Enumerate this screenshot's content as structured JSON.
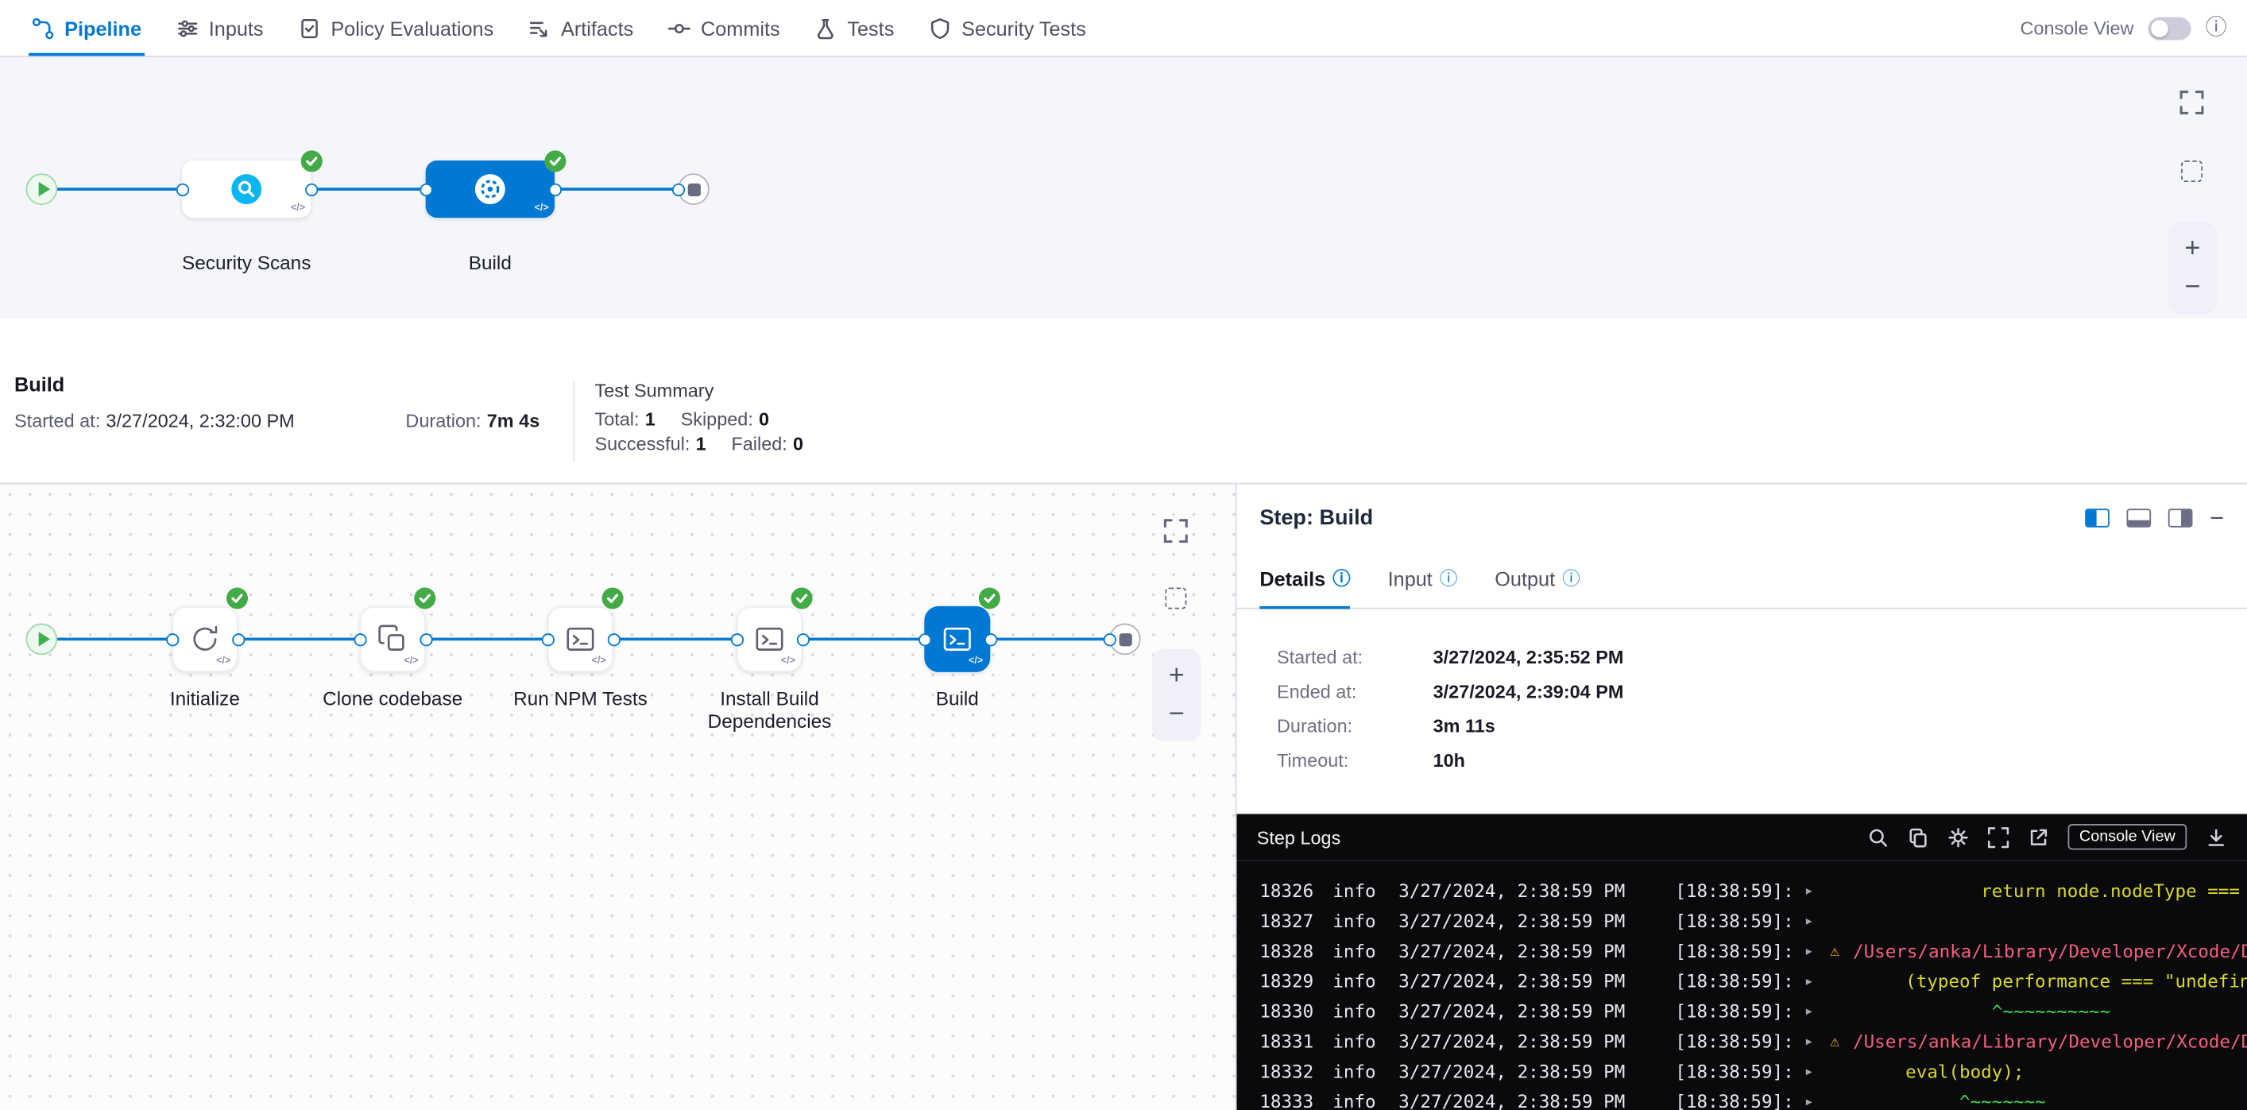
{
  "colors": {
    "accent": "#0278d5",
    "success": "#42ab45",
    "log_yellow": "#d8d825",
    "log_red": "#f2607c",
    "log_green": "#3fd94a",
    "warn": "#ffb020",
    "log_bg": "#0a0a0d"
  },
  "icons": {
    "info": "ⓘ",
    "plus": "+",
    "minus": "−",
    "code": "</>",
    "arrow": "▸",
    "warn": "⚠"
  },
  "nav": {
    "tabs": [
      {
        "label": "Pipeline"
      },
      {
        "label": "Inputs"
      },
      {
        "label": "Policy Evaluations"
      },
      {
        "label": "Artifacts"
      },
      {
        "label": "Commits"
      },
      {
        "label": "Tests"
      },
      {
        "label": "Security Tests"
      }
    ],
    "console_view_label": "Console View"
  },
  "stage_graph": {
    "stages": [
      {
        "label": "Security Scans",
        "status": "success"
      },
      {
        "label": "Build",
        "status": "success"
      }
    ]
  },
  "summary": {
    "title": "Build",
    "started_label": "Started at:",
    "started_value": "3/27/2024, 2:32:00 PM",
    "duration_label": "Duration:",
    "duration_value": "7m 4s",
    "tests": {
      "title": "Test Summary",
      "items": [
        {
          "label": "Total:",
          "value": "1"
        },
        {
          "label": "Skipped:",
          "value": "0"
        },
        {
          "label": "Successful:",
          "value": "1"
        },
        {
          "label": "Failed:",
          "value": "0"
        }
      ]
    }
  },
  "step_graph": {
    "steps": [
      {
        "label": "Initialize",
        "status": "success"
      },
      {
        "label": "Clone codebase",
        "status": "success"
      },
      {
        "label": "Run NPM Tests",
        "status": "success"
      },
      {
        "label": "Install Build Dependencies",
        "status": "success"
      },
      {
        "label": "Build",
        "status": "success"
      }
    ]
  },
  "step_panel": {
    "title": "Step: Build",
    "tabs": [
      {
        "label": "Details"
      },
      {
        "label": "Input"
      },
      {
        "label": "Output"
      }
    ],
    "details": [
      {
        "label": "Started at:",
        "value": "3/27/2024, 2:35:52 PM"
      },
      {
        "label": "Ended at:",
        "value": "3/27/2024, 2:39:04 PM"
      },
      {
        "label": "Duration:",
        "value": "3m 11s"
      },
      {
        "label": "Timeout:",
        "value": "10h"
      }
    ]
  },
  "logs": {
    "title": "Step Logs",
    "console_view_button": "Console View",
    "rows": [
      {
        "num": "18326",
        "level": "info",
        "time": "3/27/2024, 2:38:59 PM",
        "ts": "[18:38:59]:",
        "content": "              return node.nodeType ===",
        "color": "yellow"
      },
      {
        "num": "18327",
        "level": "info",
        "time": "3/27/2024, 2:38:59 PM",
        "ts": "[18:38:59]:",
        "content": "",
        "color": ""
      },
      {
        "num": "18328",
        "level": "info",
        "time": "3/27/2024, 2:38:59 PM",
        "ts": "[18:38:59]:",
        "warn": true,
        "content": "/Users/anka/Library/Developer/Xcode/De",
        "color": "red"
      },
      {
        "num": "18329",
        "level": "info",
        "time": "3/27/2024, 2:38:59 PM",
        "ts": "[18:38:59]:",
        "content": "       (typeof performance === \"undefin",
        "color": "yellow"
      },
      {
        "num": "18330",
        "level": "info",
        "time": "3/27/2024, 2:38:59 PM",
        "ts": "[18:38:59]:",
        "content": "               ^~~~~~~~~~~",
        "color": "green"
      },
      {
        "num": "18331",
        "level": "info",
        "time": "3/27/2024, 2:38:59 PM",
        "ts": "[18:38:59]:",
        "warn": true,
        "content": "/Users/anka/Library/Developer/Xcode/De",
        "color": "red"
      },
      {
        "num": "18332",
        "level": "info",
        "time": "3/27/2024, 2:38:59 PM",
        "ts": "[18:38:59]:",
        "content": "       eval(body);",
        "color": "yellow"
      },
      {
        "num": "18333",
        "level": "info",
        "time": "3/27/2024, 2:38:59 PM",
        "ts": "[18:38:59]:",
        "content": "            ^~~~~~~~",
        "color": "green"
      }
    ]
  }
}
